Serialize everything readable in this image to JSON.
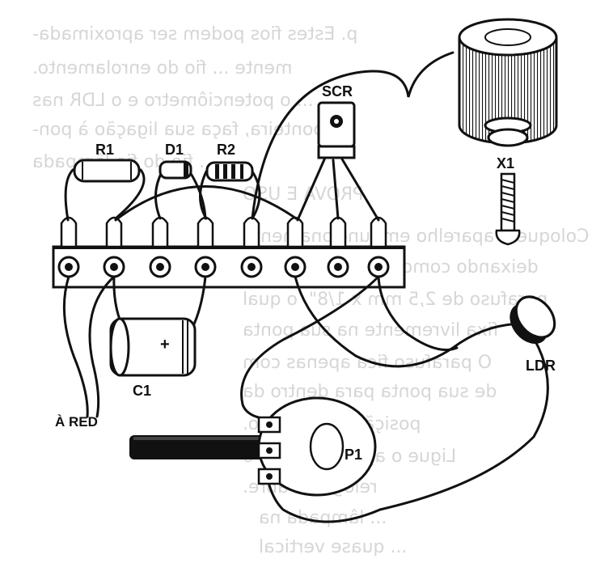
{
  "labels": {
    "scr": "SCR",
    "r1": "R1",
    "d1": "D1",
    "r2": "R2",
    "x1": "X1",
    "c1": "C1",
    "ldr": "LDR",
    "a_red": "À RED",
    "p1": "P1",
    "polarity": "+"
  },
  "bleed_through": [
    "p. Estes fios podem ser aproximada-",
    "mente ... fio do enrolamento.",
    "... o potenciômetro e o LDR nas",
    "... ponteira, faça sua ligação à pon-",
    "... fio do fio lâmpada",
    "PROVA E USO",
    "Coloque o aparelho em funcionamento",
    "deixando como no circuito da",
    "parafuso de 2,5 mm x 1/8\", o qual",
    "fixa livremente na sua ponta",
    "O parafuso fica apenas com",
    "de sua ponta para dentro da",
    "posição de repouso.",
    "Ligue o aparelho ... se o",
    "relógio ... abre.",
    "... lâmpada na",
    "... quase vertical"
  ],
  "colors": {
    "ink": "#111111",
    "bleed": "#cfcfcf",
    "paper": "#ffffff"
  }
}
